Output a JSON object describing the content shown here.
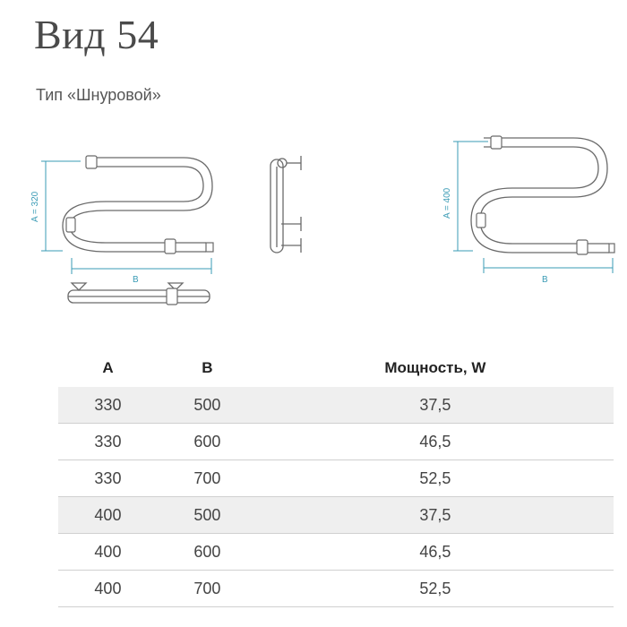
{
  "title": "Вид 54",
  "subtitle": "Тип «Шнуровой»",
  "drawing": {
    "left_height_label": "A = 320",
    "left_width_label": "B",
    "right_height_label": "A = 400",
    "right_width_label": "B"
  },
  "table": {
    "headers": [
      "A",
      "B",
      "Мощность, W"
    ],
    "rows": [
      [
        "330",
        "500",
        "37,5"
      ],
      [
        "330",
        "600",
        "46,5"
      ],
      [
        "330",
        "700",
        "52,5"
      ],
      [
        "400",
        "500",
        "37,5"
      ],
      [
        "400",
        "600",
        "46,5"
      ],
      [
        "400",
        "700",
        "52,5"
      ]
    ]
  },
  "colors": {
    "dimension": "#3a9bb5",
    "row_shade": "#efefef",
    "pipe": "#6a6a6a"
  }
}
